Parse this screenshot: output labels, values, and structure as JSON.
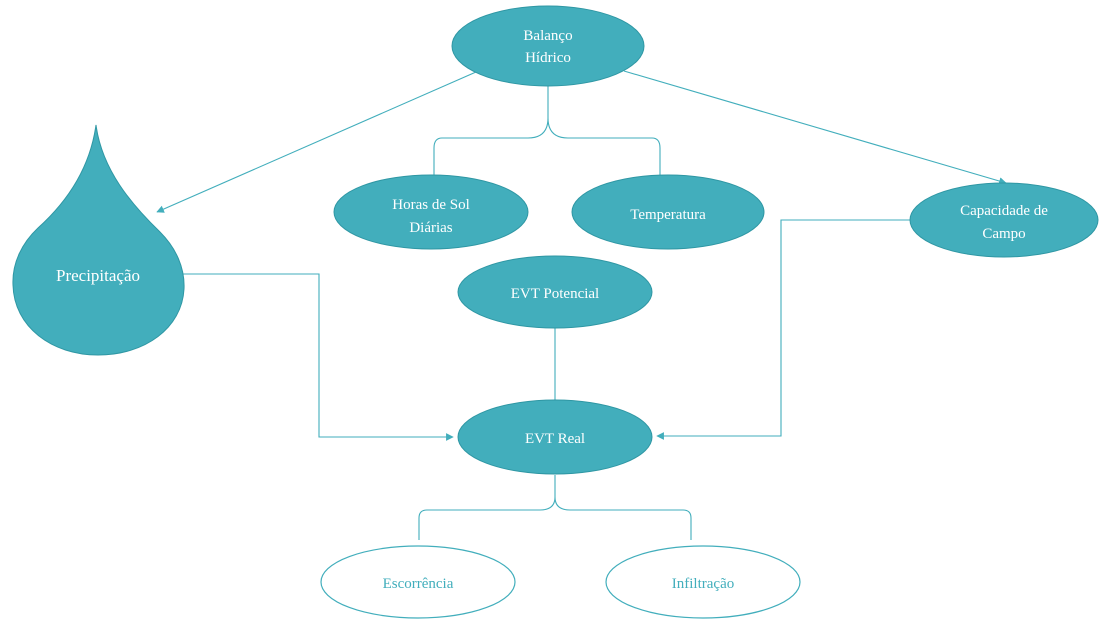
{
  "colors": {
    "accent": "#42aebc",
    "accent_dark": "#2f97a4",
    "text_light": "#ffffff",
    "background": "#ffffff"
  },
  "nodes": {
    "balanco": {
      "line1": "Balanço",
      "line2": "Hídrico"
    },
    "horas": {
      "line1": "Horas de Sol",
      "line2": "Diárias"
    },
    "temperatura": {
      "label": "Temperatura"
    },
    "capacidade": {
      "line1": "Capacidade de",
      "line2": "Campo"
    },
    "precipitacao": {
      "label": "Precipitação"
    },
    "evt_potencial": {
      "label": "EVT Potencial"
    },
    "evt_real": {
      "label": "EVT Real"
    },
    "escorrencia": {
      "label": "Escorrência"
    },
    "infiltracao": {
      "label": "Infiltração"
    }
  }
}
